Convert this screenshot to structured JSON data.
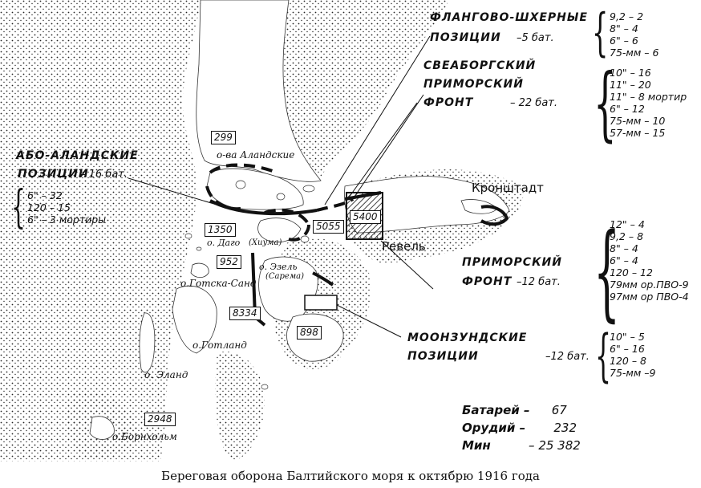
{
  "caption": "Береговая оборона Балтийского моря к октябрю 1916 года",
  "places": {
    "kronstadt": "Кронштадт",
    "revel": "Ревель",
    "aland": "о-ва Аландские",
    "dago": "о. Даго",
    "dago_alt": "(Хиума)",
    "ezel": "о. Эзель",
    "ezel_alt": "(Сарема)",
    "gotska": "о.Готска-Санд",
    "gotland": "о.Готланд",
    "eland": "о. Эланд",
    "bornholm": "о.Борнхольм"
  },
  "boxes": {
    "b299": "299",
    "b1350": "1350",
    "b952": "952",
    "b5055": "5055",
    "b5400": "5400",
    "b8334": "8334",
    "b898": "898",
    "b2948": "2948"
  },
  "positions": {
    "flank": {
      "title1": "ФЛАНГОВО-ШХЕРНЫЕ",
      "title2": "ПОЗИЦИИ",
      "count": "–5 бат.",
      "items": [
        "9,2 – 2",
        "8\" – 4",
        "6\" – 6",
        "75-мм – 6"
      ]
    },
    "sveaborg": {
      "title1": "СВЕАБОРГСКИЙ",
      "title2": "ПРИМОРСКИЙ",
      "title3": "ФРОНТ",
      "count": "– 22 бат.",
      "items": [
        "10\" – 16",
        "11\" – 20",
        "11\" – 8 мортир",
        "6\" – 12",
        "75-мм – 10",
        "57-мм – 15"
      ]
    },
    "aboaland": {
      "title1": "АБО-АЛАНДСКИЕ",
      "title2": "ПОЗИЦИИ",
      "count": "– 16 бат.",
      "items": [
        "6\" – 32",
        "120 – 15",
        "6\" – 3 мортиры"
      ]
    },
    "primorsky": {
      "title1": "ПРИМОРСКИЙ",
      "title2": "ФРОНТ",
      "count": "–12 бат.",
      "items": [
        "12\" – 4",
        "9,2 – 8",
        "8\" – 4",
        "6\" – 4",
        "120 – 12",
        "79мм ор.ПВО-9",
        "97мм ор ПВО-4"
      ]
    },
    "moonsund": {
      "title1": "МООНЗУНДСКИЕ",
      "title2": "ПОЗИЦИИ",
      "count": "–12 бат.",
      "items": [
        "10\" – 5",
        "6\" – 16",
        "120 – 8",
        "75-мм –9"
      ]
    }
  },
  "totals": {
    "batteries_label": "Батарей –",
    "batteries_value": "67",
    "guns_label": "Орудий –",
    "guns_value": "232",
    "mines_label": "Мин",
    "mines_value": "– 25 382"
  }
}
